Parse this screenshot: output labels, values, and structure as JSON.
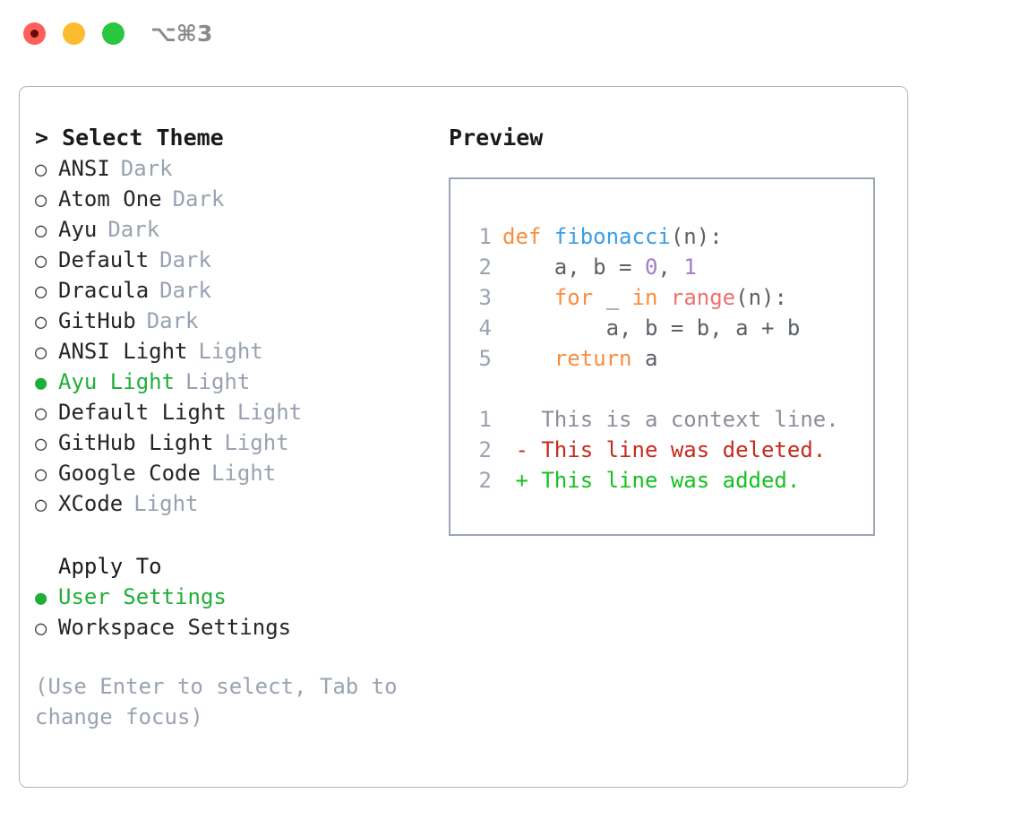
{
  "titlebar": {
    "shortcut": "⌥⌘3",
    "buttons": [
      {
        "name": "close",
        "color": "#FC6058"
      },
      {
        "name": "minimize",
        "color": "#FDBC2D"
      },
      {
        "name": "maximize",
        "color": "#29C63F"
      }
    ]
  },
  "theme_picker": {
    "heading": "> Select Theme",
    "selected_marker": "●",
    "unselected_marker": "○",
    "items": [
      {
        "label": "ANSI",
        "tag": "Dark",
        "selected": false
      },
      {
        "label": "Atom One",
        "tag": "Dark",
        "selected": false
      },
      {
        "label": "Ayu",
        "tag": "Dark",
        "selected": false
      },
      {
        "label": "Default",
        "tag": "Dark",
        "selected": false
      },
      {
        "label": "Dracula",
        "tag": "Dark",
        "selected": false
      },
      {
        "label": "GitHub",
        "tag": "Dark",
        "selected": false
      },
      {
        "label": "ANSI Light",
        "tag": "Light",
        "selected": false
      },
      {
        "label": "Ayu Light",
        "tag": "Light",
        "selected": true
      },
      {
        "label": "Default Light",
        "tag": "Light",
        "selected": false
      },
      {
        "label": "GitHub Light",
        "tag": "Light",
        "selected": false
      },
      {
        "label": "Google Code",
        "tag": "Light",
        "selected": false
      },
      {
        "label": "XCode",
        "tag": "Light",
        "selected": false
      }
    ]
  },
  "apply_to": {
    "heading": "Apply To",
    "options": [
      {
        "label": "User Settings",
        "selected": true
      },
      {
        "label": "Workspace Settings",
        "selected": false
      }
    ]
  },
  "hint": "(Use Enter to select, Tab to change focus)",
  "preview": {
    "heading": "Preview",
    "code_lines": [
      {
        "number": "1",
        "tokens": [
          {
            "text": "def ",
            "type": "kw"
          },
          {
            "text": "fibonacci",
            "type": "fn"
          },
          {
            "text": "(n):",
            "type": "punc"
          }
        ]
      },
      {
        "number": "2",
        "tokens": [
          {
            "text": "    a, b = ",
            "type": "txt"
          },
          {
            "text": "0",
            "type": "num"
          },
          {
            "text": ", ",
            "type": "txt"
          },
          {
            "text": "1",
            "type": "num"
          }
        ]
      },
      {
        "number": "3",
        "tokens": [
          {
            "text": "    ",
            "type": "txt"
          },
          {
            "text": "for",
            "type": "kw"
          },
          {
            "text": " _ ",
            "type": "txt"
          },
          {
            "text": "in",
            "type": "kw"
          },
          {
            "text": " ",
            "type": "txt"
          },
          {
            "text": "range",
            "type": "call"
          },
          {
            "text": "(n):",
            "type": "punc"
          }
        ]
      },
      {
        "number": "4",
        "tokens": [
          {
            "text": "        a, b = b, a + b",
            "type": "txt"
          }
        ]
      },
      {
        "number": "5",
        "tokens": [
          {
            "text": "    ",
            "type": "txt"
          },
          {
            "text": "return",
            "type": "kw"
          },
          {
            "text": " a",
            "type": "txt"
          }
        ]
      }
    ],
    "diff_lines": [
      {
        "number": "1",
        "sign": " ",
        "text": " This is a context line.",
        "type": "ctx"
      },
      {
        "number": "2",
        "sign": "-",
        "text": " This line was deleted.",
        "type": "del"
      },
      {
        "number": "2",
        "sign": "+",
        "text": " This line was added.",
        "type": "add"
      }
    ]
  },
  "colors": {
    "keyword": "#FA8D3E",
    "function": "#399EE6",
    "number": "#A37ACC",
    "call": "#F07171",
    "text": "#5C6166",
    "gutter": "#9AA3B2",
    "diff_context": "#8A8F98",
    "diff_deleted": "#C62A1E",
    "diff_added": "#16C020",
    "accent_selected": "#1FAF38",
    "tag_muted": "#99A2B2",
    "border": "#9BA5B8"
  }
}
